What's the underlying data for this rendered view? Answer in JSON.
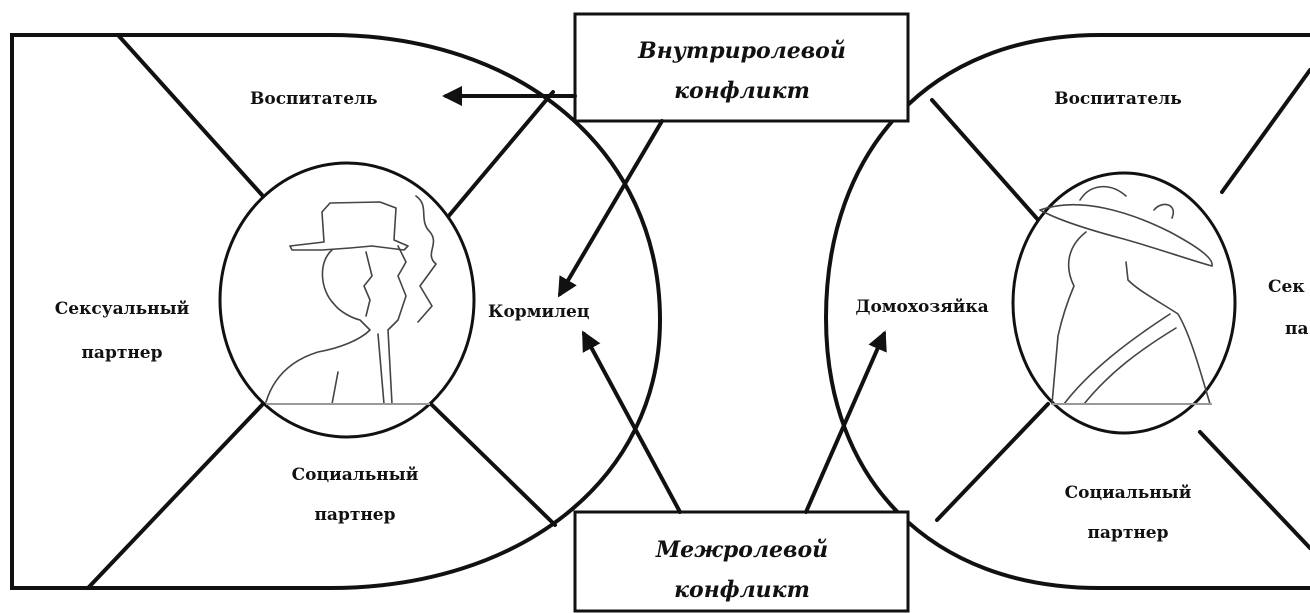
{
  "left_figure": {
    "top_role": "Воспитатель",
    "left_role_line1": "Сексуальный",
    "left_role_line2": "партнер",
    "right_role": "Кормилец",
    "bottom_role_line1": "Социальный",
    "bottom_role_line2": "партнер",
    "portrait_icon": "man-in-hat-portrait-icon"
  },
  "right_figure": {
    "top_role": "Воспитатель",
    "left_role": "Домохозяйка",
    "right_role_line1": "Сек",
    "right_role_line2": "па",
    "bottom_role_line1": "Социальный",
    "bottom_role_line2": "партнер",
    "portrait_icon": "woman-in-hat-portrait-icon"
  },
  "boxes": {
    "intra_role_line1": "Внутриролевой",
    "intra_role_line2": "конфликт",
    "inter_role_line1": "Межролевой",
    "inter_role_line2": "конфликт"
  }
}
